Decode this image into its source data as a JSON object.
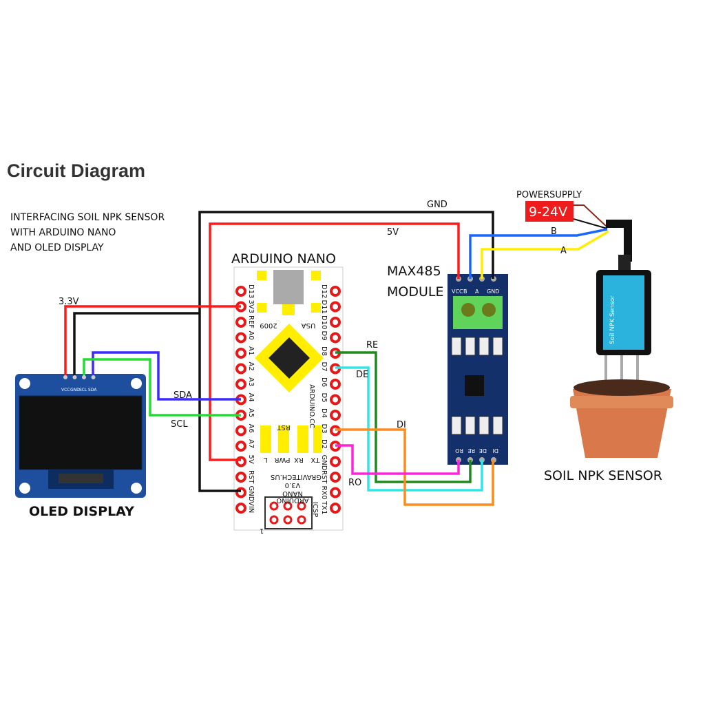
{
  "title": "Circuit Diagram",
  "description_lines": [
    "INTERFACING SOIL NPK SENSOR",
    "WITH ARDUINO NANO",
    "AND OLED DISPLAY"
  ],
  "components": {
    "arduino": {
      "label": "ARDUINO NANO",
      "left_pins": [
        "D13",
        "3V3",
        "REF",
        "A0",
        "A1",
        "A2",
        "A3",
        "A4",
        "A5",
        "A6",
        "A7",
        "5V",
        "RST",
        "GND",
        "VIN"
      ],
      "right_pins": [
        "D12",
        "D11",
        "D10",
        "D9",
        "D8",
        "D7",
        "D6",
        "D5",
        "D4",
        "D3",
        "D2",
        "GND",
        "RST",
        "RX0",
        "TX1"
      ],
      "silk": {
        "year": "2009",
        "usa": "USA",
        "rst": "RST",
        "cc": "ARDUINO.CC",
        "leds": [
          "L",
          "PWR",
          "RX",
          "TX"
        ],
        "brand": "GRAVITECH.US",
        "ver": "V3.0",
        "nano": "NANO",
        "ard": "ARDUINO",
        "icsp": "ICSP",
        "one": "1"
      }
    },
    "oled": {
      "label": "OLED DISPLAY",
      "pins": [
        "VCC",
        "GND",
        "SCL",
        "SDA"
      ]
    },
    "max485": {
      "label_line1": "MAX485",
      "label_line2": "MODULE",
      "top_pins": [
        "VCC",
        "B",
        "A",
        "GND"
      ],
      "bottom_pins": [
        "RO",
        "RE",
        "DE",
        "DI"
      ]
    },
    "sensor": {
      "label": "SOIL NPK SENSOR",
      "body_text": "Soil NPK Sensor"
    },
    "power": {
      "label": "POWERSUPPLY",
      "value": "9-24V"
    }
  },
  "wires": {
    "gnd": {
      "label": "GND",
      "color": "#111111"
    },
    "v5": {
      "label": "5V",
      "color": "#ff1a1a"
    },
    "v33": {
      "label": "3.3V",
      "color": "#ff1a1a"
    },
    "sda": {
      "label": "SDA",
      "color": "#3a2cff"
    },
    "scl": {
      "label": "SCL",
      "color": "#22dd33"
    },
    "re": {
      "label": "RE",
      "color": "#1e8a1e"
    },
    "de": {
      "label": "DE",
      "color": "#33e6e6"
    },
    "di": {
      "label": "DI",
      "color": "#ff8c1a"
    },
    "ro": {
      "label": "RO",
      "color": "#ff22dd"
    },
    "b": {
      "label": "B",
      "color": "#1a66ff"
    },
    "a": {
      "label": "A",
      "color": "#ffee00"
    }
  }
}
